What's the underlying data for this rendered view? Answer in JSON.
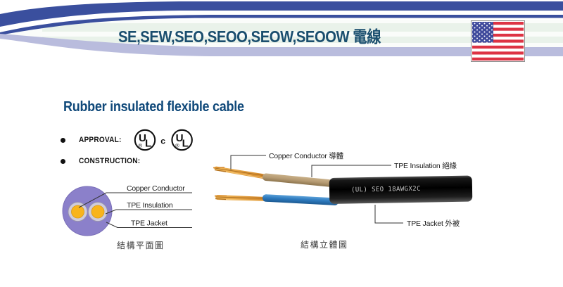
{
  "header": {
    "title": "SE,SEW,SEO,SEOO,SEOW,SEOOW  電線"
  },
  "section": {
    "heading": "Rubber insulated flexible cable",
    "approval_label": "APPROVAL:",
    "construction_label": "CONSTRUCTION:",
    "ul_mark": {
      "u": "U",
      "l": "L",
      "reg": "®",
      "c_prefix": "c"
    }
  },
  "cross_section_diagram": {
    "labels": {
      "conductor": "Copper Conductor",
      "insulation": "TPE Insulation",
      "jacket": "TPE Jacket"
    },
    "caption": "結構平面圖"
  },
  "perspective_diagram": {
    "labels": {
      "conductor": "Copper Conductor 導體",
      "insulation": "TPE Insulation 絕緣",
      "jacket": "TPE Jacket 外被"
    },
    "jacket_print": "(UL) SEO 18AWGX2C",
    "caption": "結構立體圖"
  },
  "colors": {
    "header_blue": "#3a4f9e",
    "header_lavender": "#b9bcdd",
    "header_mint": "#e9f2ea",
    "title_blue": "#1a4e6e",
    "jacket_purple": "#8b80ca",
    "insulation_gray": "#cfccdb",
    "conductor_orange": "#f8b41c",
    "wire_tan": "#b59a72",
    "wire_blue": "#2e7bbf",
    "flag_red": "#dd3344",
    "flag_blue": "#3f4a9c"
  }
}
